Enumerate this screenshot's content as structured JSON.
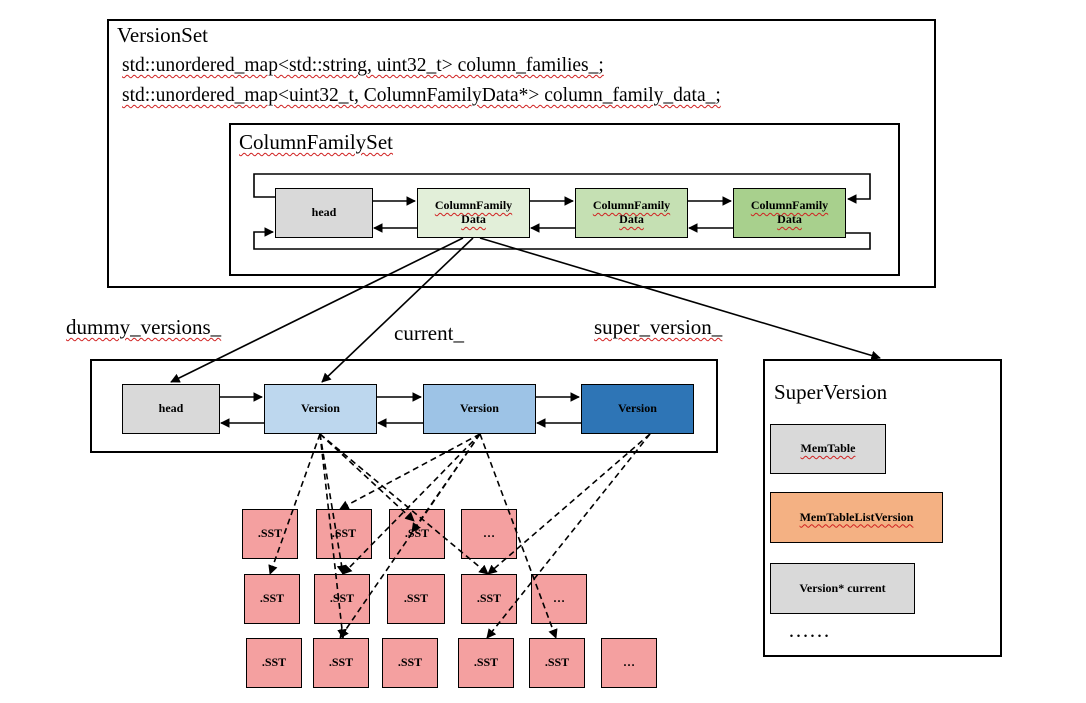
{
  "versionset": {
    "title": "VersionSet",
    "line1": "std::unordered_map<std::string, uint32_t> column_families_;",
    "line2": "std::unordered_map<uint32_t, ColumnFamilyData*> column_family_data_;"
  },
  "cfset": {
    "title": "ColumnFamilySet",
    "head": "head",
    "cfd1": "ColumnFamily\nData",
    "cfd2": "ColumnFamily\nData",
    "cfd3": "ColumnFamily\nData"
  },
  "pointers": {
    "dummy": "dummy_versions_",
    "current": "current_",
    "super": "super_version_"
  },
  "versions": {
    "head": "head",
    "v1": "Version",
    "v2": "Version",
    "v3": "Version"
  },
  "sst": {
    "r1c1": ".SST",
    "r1c2": ".SST",
    "r1c3": ".SST",
    "r1c4": "…",
    "r2c1": ".SST",
    "r2c2": ".SST",
    "r2c3": ".SST",
    "r2c4": ".SST",
    "r2c5": "…",
    "r3c1": ".SST",
    "r3c2": ".SST",
    "r3c3": ".SST",
    "r3c4": ".SST",
    "r3c5": ".SST",
    "r3c6": "…"
  },
  "superversion": {
    "title": "SuperVersion",
    "memtable": "MemTable",
    "imm": "MemTableListVersion",
    "current": "Version* current",
    "ellipsis": "……"
  },
  "colors": {
    "head": "#d9d9d9",
    "cfd1": "#e2efd9",
    "cfd2": "#c5e0b3",
    "cfd3": "#a8d08d",
    "version1": "#bdd7ee",
    "version2": "#9dc3e6",
    "version3": "#2e75b6",
    "sst": "#f4a0a0",
    "memtable_list": "#f4b183"
  }
}
